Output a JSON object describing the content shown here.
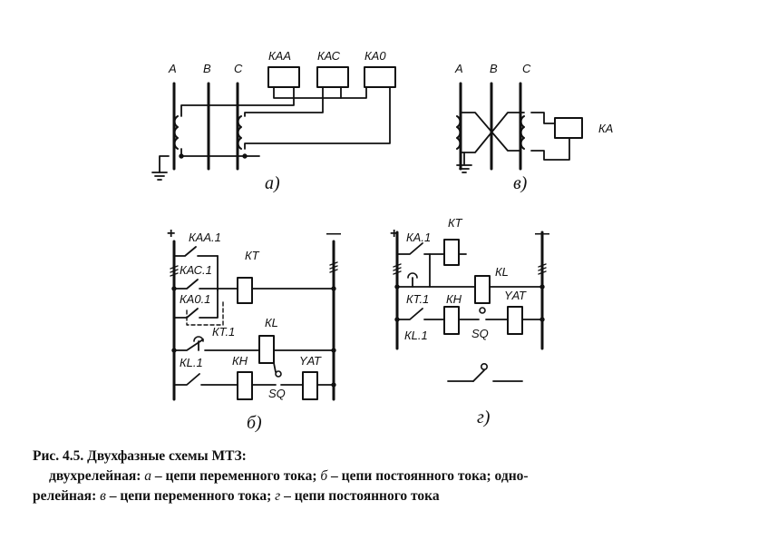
{
  "phases": [
    "A",
    "B",
    "C"
  ],
  "diagram_a": {
    "relays": [
      "КАА",
      "КАС",
      "КА0"
    ],
    "label": "а)"
  },
  "diagram_v": {
    "relay": "КА",
    "label": "в)"
  },
  "diagram_b": {
    "label": "б)",
    "plus": "+",
    "minus": "—",
    "contacts": [
      "КАА.1",
      "КАС.1",
      "КА0.1",
      "КТ.1",
      "КL.1"
    ],
    "coils": [
      "КТ",
      "КL",
      "КН",
      "YАТ"
    ],
    "switch": "SQ"
  },
  "diagram_g": {
    "label": "г)",
    "plus": "+",
    "minus": "—",
    "contacts": [
      "КА.1",
      "КТ.1",
      "КL.1"
    ],
    "coils": [
      "КТ",
      "КL",
      "КН",
      "YАТ"
    ],
    "switch": "SQ"
  },
  "caption": {
    "title": "Рис. 4.5. Двухфазные схемы  МТЗ:",
    "line1_a": "двухрелейная: ",
    "sym_a": "а",
    "line1_b": " – цепи переменного тока; ",
    "sym_b": "б",
    "line1_c": " – цепи постоянного тока; одно-",
    "line2_a": "релейная: ",
    "sym_v": "в",
    "line2_b": " – цепи переменного тока; ",
    "sym_g": "г",
    "line2_c": " – цепи постоянного тока"
  }
}
